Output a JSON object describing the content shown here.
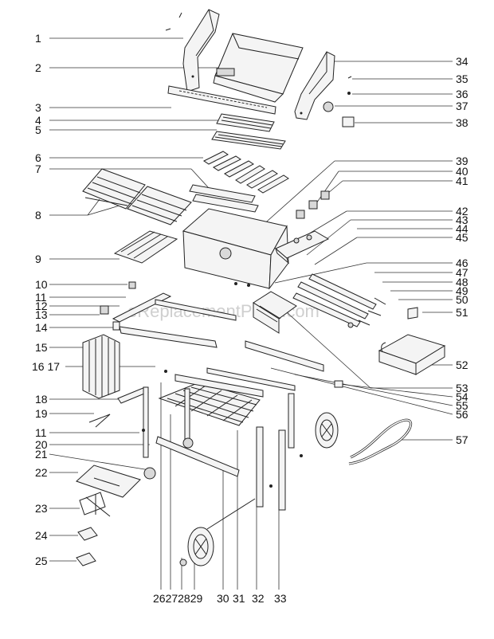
{
  "watermark": "eReplacementParts.com",
  "callouts": {
    "n1": "1",
    "n2": "2",
    "n3": "3",
    "n4": "4",
    "n5": "5",
    "n6": "6",
    "n7": "7",
    "n8": "8",
    "n9": "9",
    "n10": "10",
    "n11": "11",
    "n12": "12",
    "n13": "13",
    "n14": "14",
    "n15": "15",
    "n16_17": "16 17",
    "n18": "18",
    "n19": "19",
    "n11b": "11",
    "n20": "20",
    "n21": "21",
    "n22": "22",
    "n23": "23",
    "n24": "24",
    "n25": "25",
    "n26_29": "26272829",
    "n30": "30",
    "n31": "31",
    "n32": "32",
    "n33": "33",
    "n34": "34",
    "n35": "35",
    "n36": "36",
    "n37": "37",
    "n38": "38",
    "n39": "39",
    "n40": "40",
    "n41": "41",
    "n42": "42",
    "n43": "43",
    "n44": "44",
    "n45": "45",
    "n46": "46",
    "n47": "47",
    "n48": "48",
    "n49": "49",
    "n50": "50",
    "n51": "51",
    "n52": "52",
    "n53": "53",
    "n54": "54",
    "n55": "55",
    "n56": "56",
    "n57": "57"
  }
}
